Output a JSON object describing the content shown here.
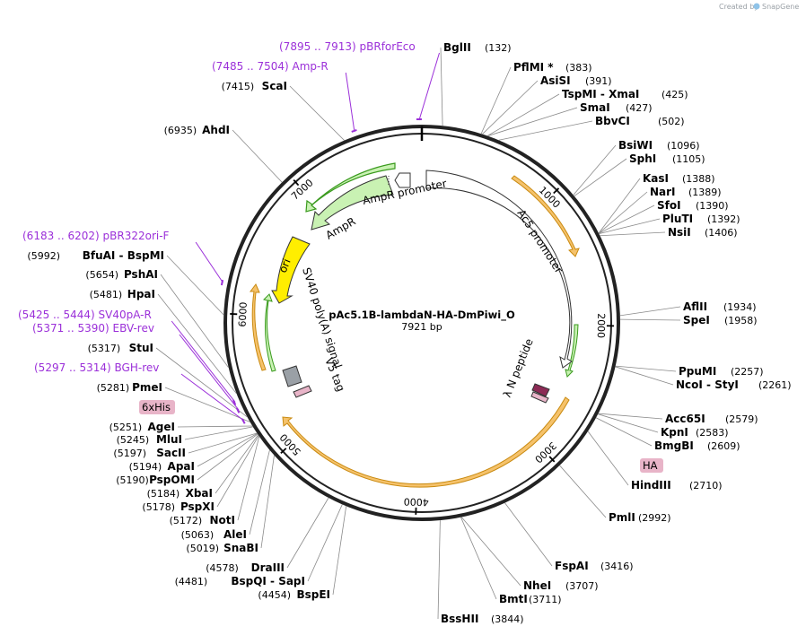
{
  "credit": {
    "created_by": "Created by",
    "brand": "SnapGene"
  },
  "plasmid": {
    "name": "pAc5.1B-lambdaN-HA-DmPiwi_O",
    "size": "7921 bp"
  },
  "ticks": [
    {
      "label": "1000",
      "pos": 1000
    },
    {
      "label": "2000",
      "pos": 2000
    },
    {
      "label": "3000",
      "pos": 3000
    },
    {
      "label": "4000",
      "pos": 4000
    },
    {
      "label": "5000",
      "pos": 5000
    },
    {
      "label": "6000",
      "pos": 6000
    },
    {
      "label": "7000",
      "pos": 7000
    }
  ],
  "features": [
    {
      "name": "AmpR promoter",
      "label": "AmpR promoter",
      "type": "promoter"
    },
    {
      "name": "AmpR",
      "label": "AmpR",
      "type": "gene"
    },
    {
      "name": "ori",
      "label": "ori",
      "type": "origin"
    },
    {
      "name": "SV40 poly(A) signal",
      "label": "SV40 poly(A) signal",
      "type": "terminator"
    },
    {
      "name": "Ac5 promoter",
      "label": "Ac5 promoter",
      "type": "promoter"
    },
    {
      "name": "λ N peptide",
      "label": "λ N peptide",
      "type": "tag"
    },
    {
      "name": "V5 tag",
      "label": "V5 tag",
      "type": "tag"
    },
    {
      "name": "6xHis",
      "label": "6xHis",
      "type": "tag"
    },
    {
      "name": "HA",
      "label": "HA",
      "type": "tag"
    }
  ],
  "sites": [
    {
      "name": "BglII",
      "pos": "(132)"
    },
    {
      "name": "PflMI *",
      "pos": "(383)"
    },
    {
      "name": "AsiSI",
      "pos": "(391)"
    },
    {
      "name": "TspMI  -  XmaI",
      "pos": "(425)"
    },
    {
      "name": "SmaI",
      "pos": "(427)"
    },
    {
      "name": "BbvCI",
      "pos": "(502)"
    },
    {
      "name": "BsiWI",
      "pos": "(1096)"
    },
    {
      "name": "SphI",
      "pos": "(1105)"
    },
    {
      "name": "KasI",
      "pos": "(1388)"
    },
    {
      "name": "NarI",
      "pos": "(1389)"
    },
    {
      "name": "SfoI",
      "pos": "(1390)"
    },
    {
      "name": "PluTI",
      "pos": "(1392)"
    },
    {
      "name": "NsiI",
      "pos": "(1406)"
    },
    {
      "name": "AflII",
      "pos": "(1934)"
    },
    {
      "name": "SpeI",
      "pos": "(1958)"
    },
    {
      "name": "PpuMI",
      "pos": "(2257)"
    },
    {
      "name": "NcoI  -  StyI",
      "pos": "(2261)"
    },
    {
      "name": "Acc65I",
      "pos": "(2579)"
    },
    {
      "name": "KpnI",
      "pos": "(2583)"
    },
    {
      "name": "BmgBI",
      "pos": "(2609)"
    },
    {
      "name": "HindIII",
      "pos": "(2710)"
    },
    {
      "name": "PmlI",
      "pos": "(2992)"
    },
    {
      "name": "FspAI",
      "pos": "(3416)"
    },
    {
      "name": "NheI",
      "pos": "(3707)"
    },
    {
      "name": "BmtI",
      "pos": "(3711)"
    },
    {
      "name": "BssHII",
      "pos": "(3844)"
    },
    {
      "name": "BspEI",
      "pos": "(4454)"
    },
    {
      "name": "BspQI  -  SapI",
      "pos": "(4481)"
    },
    {
      "name": "DraIII",
      "pos": "(4578)"
    },
    {
      "name": "SnaBI",
      "pos": "(5019)"
    },
    {
      "name": "AleI",
      "pos": "(5063)"
    },
    {
      "name": "NotI",
      "pos": "(5172)"
    },
    {
      "name": "PspXI",
      "pos": "(5178)"
    },
    {
      "name": "XbaI",
      "pos": "(5184)"
    },
    {
      "name": "PspOMI",
      "pos": "(5190)"
    },
    {
      "name": "ApaI",
      "pos": "(5194)"
    },
    {
      "name": "SacII",
      "pos": "(5197)"
    },
    {
      "name": "MluI",
      "pos": "(5245)"
    },
    {
      "name": "AgeI",
      "pos": "(5251)"
    },
    {
      "name": "PmeI",
      "pos": "(5281)"
    },
    {
      "name": "StuI",
      "pos": "(5317)"
    },
    {
      "name": "HpaI",
      "pos": "(5481)"
    },
    {
      "name": "PshAI",
      "pos": "(5654)"
    },
    {
      "name": "BfuAI  -  BspMI",
      "pos": "(5992)"
    },
    {
      "name": "AhdI",
      "pos": "(6935)"
    },
    {
      "name": "ScaI",
      "pos": "(7415)"
    }
  ],
  "primers": [
    {
      "name": "pBRforEco",
      "range": "(7895 .. 7913)"
    },
    {
      "name": "Amp-R",
      "range": "(7485 .. 7504)"
    },
    {
      "name": "pBR322ori-F",
      "range": "(6183 .. 6202)"
    },
    {
      "name": "SV40pA-R",
      "range": "(5425 .. 5444)"
    },
    {
      "name": "EBV-rev",
      "range": "(5371 .. 5390)"
    },
    {
      "name": "BGH-rev",
      "range": "(5297 .. 5314)"
    }
  ],
  "colors": {
    "backbone": "#222222",
    "primer": "#9b30d9",
    "orf_fill": "#f5c26b",
    "orf_stroke": "#c98a10",
    "green_fill": "#c9f2b3",
    "green_stroke": "#3a9a1e",
    "ori_fill": "#ffee00",
    "tag_fill": "#e8b4c8"
  }
}
